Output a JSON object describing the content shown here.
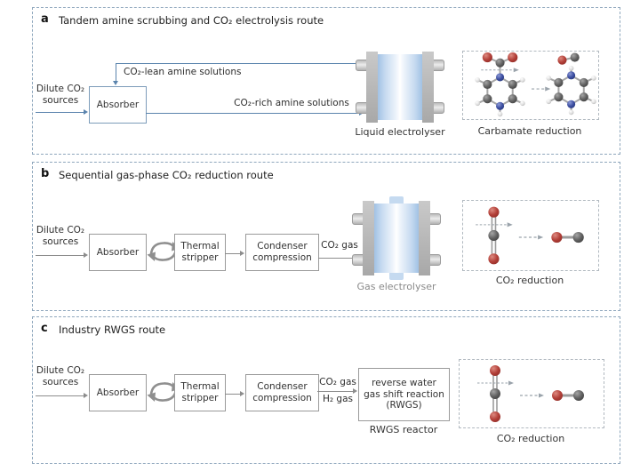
{
  "figure": {
    "panel_a": {
      "letter": "a",
      "title": "Tandem amine scrubbing and CO₂ electrolysis route",
      "dilute_source": "Dilute CO₂\nsources",
      "absorber": "Absorber",
      "lean_amine_label": "CO₂-lean amine solutions",
      "rich_amine_label": "CO₂-rich amine solutions",
      "electrolyser_caption": "Liquid electrolyser",
      "reaction_caption": "Carbamate reduction"
    },
    "panel_b": {
      "letter": "b",
      "title": "Sequential gas-phase CO₂ reduction route",
      "dilute_source": "Dilute CO₂\nsources",
      "absorber": "Absorber",
      "thermal_stripper": "Thermal\nstripper",
      "condenser": "Condenser\ncompression",
      "co2_gas_label": "CO₂ gas",
      "electrolyser_caption": "Gas electrolyser",
      "reaction_caption": "CO₂ reduction"
    },
    "panel_c": {
      "letter": "c",
      "title": "Industry RWGS route",
      "dilute_source": "Dilute CO₂\nsources",
      "absorber": "Absorber",
      "thermal_stripper": "Thermal\nstripper",
      "condenser": "Condenser\ncompression",
      "co2_gas_label": "CO₂ gas",
      "h2_gas_label": "H₂ gas",
      "rwgs_box": "reverse water\ngas shift reaction\n(RWGS)",
      "reactor_caption": "RWGS reactor",
      "reaction_caption": "CO₂ reduction"
    },
    "colors": {
      "panel_border": "#8fa7bd",
      "flow_blue": "#5b84ad",
      "flow_gray": "#8c8c8c",
      "oxygen_atom": "#b23f38",
      "carbon_atom": "#565656",
      "nitrogen_atom": "#3b4da0",
      "hydrogen_atom": "#dedede",
      "cell_blue": "#9dbfe3"
    }
  }
}
